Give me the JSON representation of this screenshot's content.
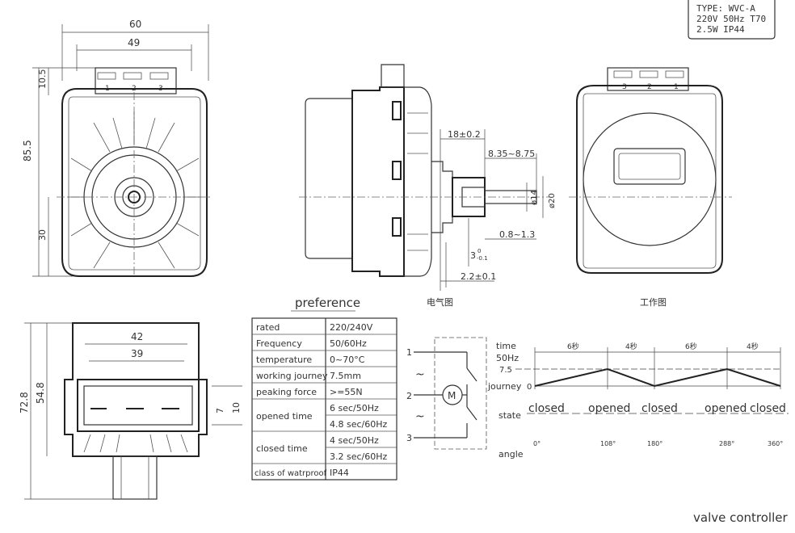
{
  "type_box": {
    "line1": "TYPE: WVC-A",
    "line2": "220V 50Hz T70",
    "line3": "2.5W      IP44"
  },
  "front_view": {
    "dim_60": "60",
    "dim_49": "49",
    "dim_10_5": "10.5",
    "dim_85_5": "85.5",
    "dim_30": "30",
    "terminals": [
      "1",
      "2",
      "3"
    ]
  },
  "side_view": {
    "dim_18": "18±0.2",
    "dim_8_35": "8.35~8.75",
    "dim_14": "ø14",
    "dim_20": "ø20",
    "dim_0_8": "0.8~1.3",
    "dim_3": "3",
    "dim_3_tol": "0",
    "dim_3_tol2": "-0.1",
    "dim_2_2": "2.2±0.1"
  },
  "back_view": {
    "terminals": [
      "3",
      "2",
      "1"
    ]
  },
  "bottom_view": {
    "dim_42": "42",
    "dim_39": "39",
    "dim_72_8": "72.8",
    "dim_54_8": "54.8",
    "dim_7": "7",
    "dim_10": "10"
  },
  "captions": {
    "preference": "preference",
    "electrical": "电气图",
    "working": "工作图",
    "product": "valve controller"
  },
  "spec_table": [
    {
      "label": "rated",
      "value": "220/240V"
    },
    {
      "label": "Frequency",
      "value": "50/60Hz"
    },
    {
      "label": "temperature",
      "value": "0~70°C"
    },
    {
      "label": "working journey",
      "value": "7.5mm"
    },
    {
      "label": "peaking force",
      "value": ">=55N"
    },
    {
      "label": "opened time",
      "value": "6 sec/50Hz"
    },
    {
      "label": "",
      "value": "4.8 sec/60Hz"
    },
    {
      "label": "closed time",
      "value": "4 sec/50Hz"
    },
    {
      "label": "",
      "value": "3.2 sec/60Hz"
    },
    {
      "label": "class of watrproof",
      "value": "IP44"
    }
  ],
  "circuit": {
    "terminals": [
      "1",
      "2",
      "3"
    ],
    "motor": "M",
    "wave": "~"
  },
  "timing": {
    "time_label": "time",
    "freq_label": "50Hz",
    "durations": [
      "6秒",
      "4秒",
      "6秒",
      "4秒"
    ],
    "journey_label": "journey",
    "y_top": "7.5",
    "y_zero": "0",
    "state_label": "state",
    "states": [
      "closed",
      "opened",
      "closed",
      "opened",
      "closed"
    ],
    "angle_label": "angle",
    "angles": [
      "0°",
      "108°",
      "180°",
      "288°",
      "360°"
    ]
  }
}
